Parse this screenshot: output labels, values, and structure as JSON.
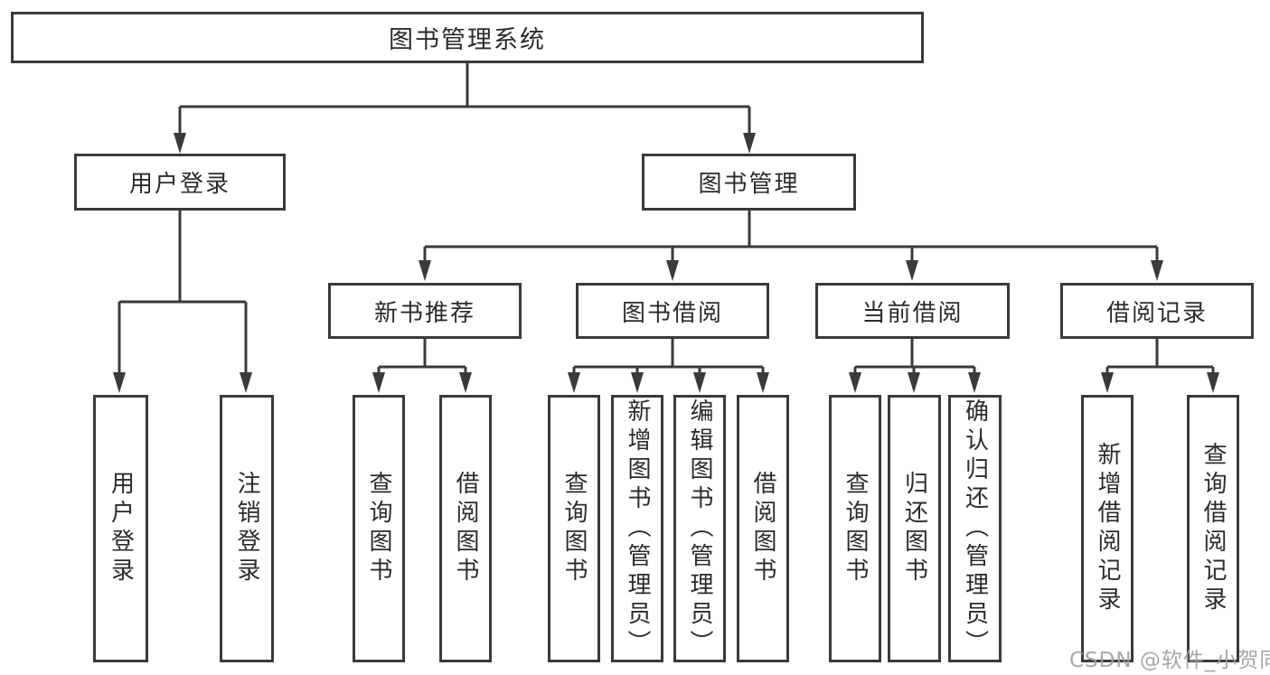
{
  "tree": {
    "root": {
      "label": "图书管理系统",
      "children": [
        {
          "label": "用户登录",
          "children": [
            {
              "label": "用户登录"
            },
            {
              "label": "注销登录"
            }
          ]
        },
        {
          "label": "图书管理",
          "children": [
            {
              "label": "新书推荐",
              "children": [
                {
                  "label": "查询图书"
                },
                {
                  "label": "借阅图书"
                }
              ]
            },
            {
              "label": "图书借阅",
              "children": [
                {
                  "label": "查询图书"
                },
                {
                  "label": "新增图书（管理员）"
                },
                {
                  "label": "编辑图书（管理员）"
                },
                {
                  "label": "借阅图书"
                }
              ]
            },
            {
              "label": "当前借阅",
              "children": [
                {
                  "label": "查询图书"
                },
                {
                  "label": "归还图书"
                },
                {
                  "label": "确认归还（管理员）"
                }
              ]
            },
            {
              "label": "借阅记录",
              "children": [
                {
                  "label": "新增借阅记录"
                },
                {
                  "label": "查询借阅记录"
                }
              ]
            }
          ]
        }
      ]
    }
  },
  "watermark": {
    "text": "CSDN @软件_小贺同学"
  },
  "colors": {
    "line": "#3a3a3a",
    "text": "#2b2b2b",
    "box_background": "#ffffff",
    "watermark": "#a0a0a0",
    "page_background": "#ffffff"
  }
}
